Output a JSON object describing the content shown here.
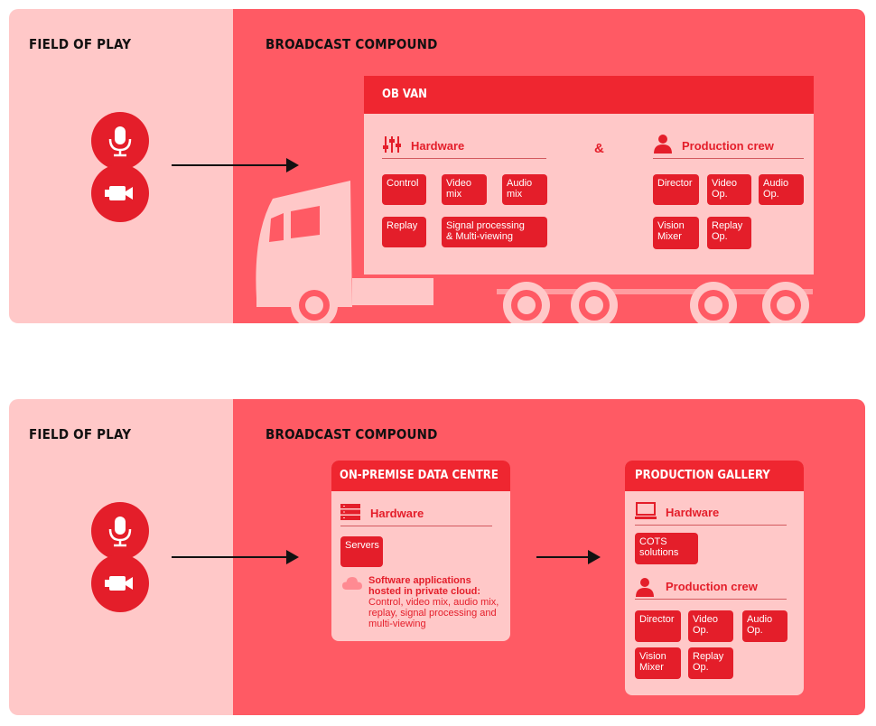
{
  "top": {
    "field_title": "FIELD OF PLAY",
    "compound_title": "BROADCAST COMPOUND",
    "ob_van": {
      "title": "OB VAN",
      "hardware_label": "Hardware",
      "ampersand": "&",
      "crew_label": "Production crew",
      "hardware_items": [
        "Control",
        "Video\nmix",
        "Audio\nmix",
        "Replay",
        "Signal processing\n& Multi-viewing"
      ],
      "crew_items": [
        "Director",
        "Video\nOp.",
        "Audio\nOp.",
        "Vision\nMixer",
        "Replay\nOp."
      ]
    }
  },
  "bottom": {
    "field_title": "FIELD OF PLAY",
    "compound_title": "BROADCAST COMPOUND",
    "data_centre": {
      "title": "ON-PREMISE DATA CENTRE",
      "hardware_label": "Hardware",
      "servers": "Servers",
      "cloud_title": "Software applications\nhosted in private cloud:",
      "cloud_text": "Control, video mix, audio mix,\nreplay, signal processing and\nmulti-viewing"
    },
    "gallery": {
      "title": "PRODUCTION GALLERY",
      "hardware_label": "Hardware",
      "cots": "COTS\nsolutions",
      "crew_label": "Production crew",
      "crew_items": [
        "Director",
        "Video\nOp.",
        "Audio\nOp.",
        "Vision\nMixer",
        "Replay\nOp."
      ]
    }
  },
  "colors": {
    "field_bg": "#ffc8c8",
    "compound_bg": "#ff5a64",
    "accent": "#e41e2a",
    "header": "#ef2630"
  },
  "icons": [
    "microphone-icon",
    "video-camera-icon",
    "mixer-sliders-icon",
    "person-icon",
    "server-rack-icon",
    "cloud-icon",
    "monitor-icon",
    "truck-icon"
  ]
}
